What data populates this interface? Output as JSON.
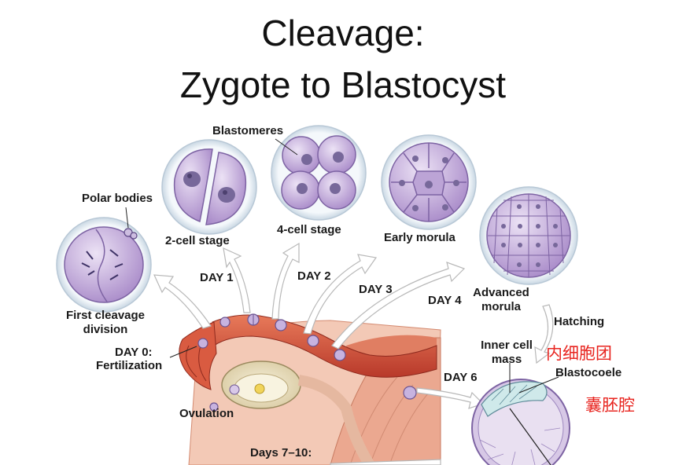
{
  "title": {
    "line1": "Cleavage:",
    "line2": "Zygote to Blastocyst"
  },
  "labels": {
    "blastomeres": "Blastomeres",
    "polar_bodies": "Polar bodies",
    "two_cell": "2-cell stage",
    "four_cell": "4-cell stage",
    "early_morula": "Early morula",
    "advanced_morula": "Advanced morula",
    "first_cleavage": "First cleavage division",
    "day0": "DAY 0:",
    "fertilization": "Fertilization",
    "day1": "DAY 1",
    "day2": "DAY 2",
    "day3": "DAY 3",
    "day4": "DAY 4",
    "day6": "DAY 6",
    "hatching": "Hatching",
    "inner_cell_mass": "Inner cell mass",
    "blastocoele": "Blastocoele",
    "ovulation": "Ovulation",
    "days_7_10": "Days 7–10:"
  },
  "annotations": {
    "inner_cell_mass_cn": "内细胞团",
    "blastocoele_cn": "囊胚腔"
  },
  "colors": {
    "cell_fill": "#c9b3df",
    "cell_stroke": "#7d63a3",
    "zona": "#dfe9f1",
    "nucleus": "#77689a",
    "tube": "#d6553c",
    "tissue": "#ecaa90",
    "arrow": "#ffffff",
    "annotation": "#e8241f"
  }
}
